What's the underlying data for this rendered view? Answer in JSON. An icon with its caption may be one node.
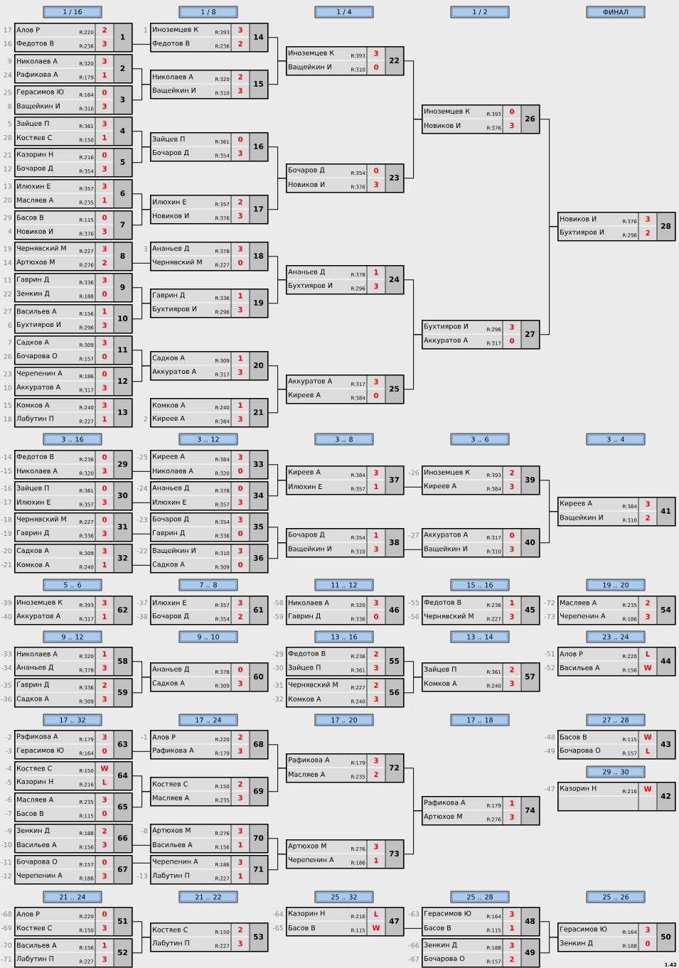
{
  "diagram": {
    "nodes": [
      {
        "text": [
          "1 / 16"
        ]
      },
      {
        "text": [
          "1 / 8"
        ]
      },
      {
        "text": [
          "1 / 4"
        ]
      },
      {
        "text": [
          "1 / 2"
        ]
      },
      {
        "text": [
          "ФИНАЛ"
        ]
      },
      {
        "text": [
          "Алов Р",
          "R:220",
          "2",
          "Федотов В",
          "R:236",
          "3",
          "1"
        ],
        "beside": [
          "17",
          "16"
        ]
      },
      {
        "text": [
          "Николаев А",
          "R:320",
          "3",
          "Рафикова А",
          "R:179",
          "1",
          "2"
        ],
        "beside": [
          "9",
          "24"
        ]
      },
      {
        "text": [
          "Герасимов Ю",
          "R:164",
          "0",
          "Ващейкин И",
          "R:310",
          "3",
          "3"
        ],
        "beside": [
          "25",
          "8"
        ]
      },
      {
        "text": [
          "Зайцев П",
          "R:361",
          "3",
          "Костяев С",
          "R:150",
          "1",
          "4"
        ],
        "beside": [
          "5",
          "28"
        ]
      },
      {
        "text": [
          "Казорин Н",
          "R:216",
          "0",
          "Бочаров Д",
          "R:354",
          "3",
          "5"
        ],
        "beside": [
          "21",
          "12"
        ]
      },
      {
        "text": [
          "Илюхин Е",
          "R:357",
          "3",
          "Масляев А",
          "R:235",
          "1",
          "6"
        ],
        "beside": [
          "13",
          "20"
        ]
      },
      {
        "text": [
          "Басов В",
          "R:115",
          "0",
          "Новиков И",
          "R:376",
          "3",
          "7"
        ],
        "beside": [
          "29",
          "4"
        ]
      },
      {
        "text": [
          "Чернявский М",
          "R:227",
          "3",
          "Артюхов М",
          "R:276",
          "2",
          "8"
        ],
        "beside": [
          "19",
          "14"
        ]
      },
      {
        "text": [
          "Гаврин Д",
          "R:336",
          "3",
          "Зенкин Д",
          "R:188",
          "0",
          "9"
        ],
        "beside": [
          "11",
          "22"
        ]
      },
      {
        "text": [
          "Васильев А",
          "R:156",
          "1",
          "Бухтияров И",
          "R:296",
          "3",
          "10"
        ],
        "beside": [
          "27",
          "6"
        ]
      },
      {
        "text": [
          "Садков А",
          "R:309",
          "3",
          "Бочарова О",
          "R:157",
          "0",
          "11"
        ],
        "beside": [
          "7",
          "26"
        ]
      },
      {
        "text": [
          "Черепенин А",
          "R:186",
          "0",
          "Аккуратов А",
          "R:317",
          "3",
          "12"
        ],
        "beside": [
          "23",
          "10"
        ]
      },
      {
        "text": [
          "Комков А",
          "R:240",
          "3",
          "Лабутин П",
          "R:227",
          "1",
          "13"
        ],
        "beside": [
          "15",
          "18"
        ]
      },
      {
        "text": [
          "Иноземцев К",
          "R:393",
          "3",
          "Федотов В",
          "R:236",
          "2",
          "14"
        ],
        "beside": [
          "1"
        ]
      },
      {
        "text": [
          "Николаев А",
          "R:320",
          "2",
          "Ващейкин И",
          "R:310",
          "3",
          "15"
        ]
      },
      {
        "text": [
          "Зайцев П",
          "R:361",
          "0",
          "Бочаров Д",
          "R:354",
          "3",
          "16"
        ]
      },
      {
        "text": [
          "Илюхин Е",
          "R:357",
          "2",
          "Новиков И",
          "R:376",
          "3",
          "17"
        ]
      },
      {
        "text": [
          "Ананьев Д",
          "R:378",
          "3",
          "Чернявский М",
          "R:227",
          "0",
          "18"
        ],
        "beside": [
          "3"
        ]
      },
      {
        "text": [
          "Гаврин Д",
          "R:336",
          "1",
          "Бухтияров И",
          "R:296",
          "3",
          "19"
        ]
      },
      {
        "text": [
          "Садков А",
          "R:309",
          "1",
          "Аккуратов А",
          "R:317",
          "3",
          "20"
        ]
      },
      {
        "text": [
          "Комков А",
          "R:240",
          "1",
          "Киреев А",
          "R:384",
          "3",
          "21"
        ],
        "beside": [
          "2"
        ]
      },
      {
        "text": [
          "Иноземцев К",
          "R:393",
          "3",
          "Ващейкин И",
          "R:310",
          "0",
          "22"
        ]
      },
      {
        "text": [
          "Бочаров Д",
          "R:354",
          "0",
          "Новиков И",
          "R:376",
          "3",
          "23"
        ]
      },
      {
        "text": [
          "Ананьев Д",
          "R:378",
          "1",
          "Бухтияров И",
          "R:296",
          "3",
          "24"
        ]
      },
      {
        "text": [
          "Аккуратов А",
          "R:317",
          "3",
          "Киреев А",
          "R:384",
          "0",
          "25"
        ]
      },
      {
        "text": [
          "Иноземцев К",
          "R:393",
          "0",
          "Новиков И",
          "R:376",
          "3",
          "26"
        ]
      },
      {
        "text": [
          "Бухтияров И",
          "R:296",
          "3",
          "Аккуратов А",
          "R:317",
          "0",
          "27"
        ]
      },
      {
        "text": [
          "Новиков И",
          "R:376",
          "3",
          "Бухтияров И",
          "R:296",
          "2",
          "28"
        ]
      },
      {
        "text": [
          "3 .. 16"
        ]
      },
      {
        "text": [
          "3 .. 12"
        ]
      },
      {
        "text": [
          "3 .. 8"
        ]
      },
      {
        "text": [
          "3 .. 6"
        ]
      },
      {
        "text": [
          "3 .. 4"
        ]
      },
      {
        "text": [
          "Федотов В",
          "R:236",
          "0",
          "Николаев А",
          "R:320",
          "3",
          "29"
        ],
        "beside": [
          "-14",
          "-15"
        ]
      },
      {
        "text": [
          "Зайцев П",
          "R:361",
          "0",
          "Илюхин Е",
          "R:357",
          "3",
          "30"
        ],
        "beside": [
          "-16",
          "-17"
        ]
      },
      {
        "text": [
          "Чернявский М",
          "R:227",
          "0",
          "Гаврин Д",
          "R:336",
          "3",
          "31"
        ],
        "beside": [
          "-18",
          "-19"
        ]
      },
      {
        "text": [
          "Садков А",
          "R:309",
          "3",
          "Комков А",
          "R:240",
          "1",
          "32"
        ],
        "beside": [
          "-20",
          "-21"
        ]
      },
      {
        "text": [
          "Киреев А",
          "R:384",
          "3",
          "Николаев А",
          "R:320",
          "0",
          "33"
        ],
        "beside": [
          "-25"
        ]
      },
      {
        "text": [
          "Ананьев Д",
          "R:378",
          "0",
          "Илюхин Е",
          "R:357",
          "3",
          "34"
        ],
        "beside": [
          "-24"
        ]
      },
      {
        "text": [
          "Бочаров Д",
          "R:354",
          "3",
          "Гаврин Д",
          "R:336",
          "0",
          "35"
        ],
        "beside": [
          "-23"
        ]
      },
      {
        "text": [
          "Ващейкин И",
          "R:310",
          "3",
          "Садков А",
          "R:309",
          "0",
          "36"
        ],
        "beside": [
          "-22"
        ]
      },
      {
        "text": [
          "Киреев А",
          "R:384",
          "3",
          "Илюхин Е",
          "R:357",
          "1",
          "37"
        ]
      },
      {
        "text": [
          "Бочаров Д",
          "R:354",
          "1",
          "Ващейкин И",
          "R:310",
          "3",
          "38"
        ]
      },
      {
        "text": [
          "Иноземцев К",
          "R:393",
          "2",
          "Киреев А",
          "R:384",
          "3",
          "39"
        ],
        "beside": [
          "-26"
        ]
      },
      {
        "text": [
          "Аккуратов А",
          "R:317",
          "0",
          "Ващейкин И",
          "R:310",
          "3",
          "40"
        ],
        "beside": [
          "-27"
        ]
      },
      {
        "text": [
          "Киреев А",
          "R:384",
          "3",
          "Ващейкин И",
          "R:310",
          "2",
          "41"
        ]
      },
      {
        "text": [
          "5 .. 6"
        ]
      },
      {
        "text": [
          "7 .. 8"
        ]
      },
      {
        "text": [
          "11 .. 12"
        ]
      },
      {
        "text": [
          "15 .. 16"
        ]
      },
      {
        "text": [
          "19 .. 20"
        ]
      },
      {
        "text": [
          "Иноземцев К",
          "R:393",
          "3",
          "Аккуратов А",
          "R:317",
          "1",
          "62"
        ],
        "beside": [
          "-39",
          "-40"
        ]
      },
      {
        "text": [
          "Илюхин Е",
          "R:357",
          "3",
          "Бочаров Д",
          "R:354",
          "2",
          "61"
        ],
        "beside": [
          "-37",
          "-38"
        ]
      },
      {
        "text": [
          "Николаев А",
          "R:320",
          "3",
          "Гаврин Д",
          "R:336",
          "0",
          "46"
        ],
        "beside": [
          "-58",
          "-59"
        ]
      },
      {
        "text": [
          "Федотов В",
          "R:236",
          "1",
          "Чернявский М",
          "R:227",
          "3",
          "45"
        ],
        "beside": [
          "-55",
          "-56"
        ]
      },
      {
        "text": [
          "Масляев А",
          "R:235",
          "2",
          "Черепенин А",
          "R:186",
          "3",
          "54"
        ],
        "beside": [
          "-72",
          "-73"
        ]
      },
      {
        "text": [
          "9 .. 12"
        ]
      },
      {
        "text": [
          "9 .. 10"
        ]
      },
      {
        "text": [
          "13 .. 16"
        ]
      },
      {
        "text": [
          "13 .. 14"
        ]
      },
      {
        "text": [
          "23 .. 24"
        ]
      },
      {
        "text": [
          "Николаев А",
          "R:320",
          "1",
          "Ананьев Д",
          "R:378",
          "3",
          "58"
        ],
        "beside": [
          "-33",
          "-34"
        ]
      },
      {
        "text": [
          "Гаврин Д",
          "R:336",
          "2",
          "Садков А",
          "R:309",
          "3",
          "59"
        ],
        "beside": [
          "-35",
          "-36"
        ]
      },
      {
        "text": [
          "Ананьев Д",
          "R:378",
          "0",
          "Садков А",
          "R:309",
          "3",
          "60"
        ]
      },
      {
        "text": [
          "Федотов В",
          "R:236",
          "2",
          "Зайцев П",
          "R:361",
          "3",
          "55"
        ],
        "beside": [
          "-29",
          "-30"
        ]
      },
      {
        "text": [
          "Чернявский М",
          "R:227",
          "2",
          "Комков А",
          "R:240",
          "3",
          "56"
        ],
        "beside": [
          "-31",
          "-32"
        ]
      },
      {
        "text": [
          "Зайцев П",
          "R:361",
          "2",
          "Комков А",
          "R:240",
          "3",
          "57"
        ]
      },
      {
        "text": [
          "Алов Р",
          "R:220",
          "L",
          "Васильев А",
          "R:156",
          "W",
          "44"
        ],
        "beside": [
          "-51",
          "-52"
        ]
      },
      {
        "text": [
          "17 .. 32"
        ]
      },
      {
        "text": [
          "17 .. 24"
        ]
      },
      {
        "text": [
          "17 .. 20"
        ]
      },
      {
        "text": [
          "17 .. 18"
        ]
      },
      {
        "text": [
          "27 .. 28"
        ]
      },
      {
        "text": [
          "Рафикова А",
          "R:179",
          "3",
          "Герасимов Ю",
          "R:164",
          "0",
          "63"
        ],
        "beside": [
          "-2",
          "-3"
        ]
      },
      {
        "text": [
          "Костяев С",
          "R:150",
          "W",
          "Казорин Н",
          "R:216",
          "L",
          "64"
        ],
        "beside": [
          "-4",
          "-5"
        ]
      },
      {
        "text": [
          "Масляев А",
          "R:235",
          "3",
          "Басов В",
          "R:115",
          "0",
          "65"
        ],
        "beside": [
          "-6",
          "-7"
        ]
      },
      {
        "text": [
          "Зенкин Д",
          "R:188",
          "2",
          "Васильев А",
          "R:156",
          "3",
          "66"
        ],
        "beside": [
          "-9",
          "-10"
        ]
      },
      {
        "text": [
          "Бочарова О",
          "R:157",
          "0",
          "Черепенин А",
          "R:186",
          "3",
          "67"
        ],
        "beside": [
          "-11",
          "-12"
        ]
      },
      {
        "text": [
          "Алов Р",
          "R:220",
          "2",
          "Рафикова А",
          "R:179",
          "3",
          "68"
        ],
        "beside": [
          "-1"
        ]
      },
      {
        "text": [
          "Костяев С",
          "R:150",
          "2",
          "Масляев А",
          "R:235",
          "3",
          "69"
        ]
      },
      {
        "text": [
          "Артюхов М",
          "R:276",
          "3",
          "Васильев А",
          "R:156",
          "1",
          "70"
        ],
        "beside": [
          "-8"
        ]
      },
      {
        "text": [
          "Черепенин А",
          "R:186",
          "3",
          "Лабутин П",
          "R:227",
          "1",
          "71"
        ],
        "beside": [
          "-13"
        ]
      },
      {
        "text": [
          "Рафикова А",
          "R:179",
          "3",
          "Масляев А",
          "R:235",
          "2",
          "72"
        ]
      },
      {
        "text": [
          "Артюхов М",
          "R:276",
          "3",
          "Черепенин А",
          "R:186",
          "1",
          "73"
        ]
      },
      {
        "text": [
          "Рафикова А",
          "R:179",
          "1",
          "Артюхов М",
          "R:276",
          "3",
          "74"
        ]
      },
      {
        "text": [
          "Басов В",
          "R:115",
          "W",
          "Бочарова О",
          "R:157",
          "L",
          "43"
        ],
        "beside": [
          "-48",
          "-49"
        ]
      },
      {
        "text": [
          "29 .. 30"
        ]
      },
      {
        "text": [
          "Казорин Н",
          "R:216",
          "W",
          "42"
        ],
        "beside": [
          "-47"
        ]
      },
      {
        "text": [
          "21 .. 24"
        ]
      },
      {
        "text": [
          "21 .. 22"
        ]
      },
      {
        "text": [
          "25 .. 32"
        ]
      },
      {
        "text": [
          "25 .. 28"
        ]
      },
      {
        "text": [
          "25 .. 26"
        ]
      },
      {
        "text": [
          "Алов Р",
          "R:220",
          "0",
          "Костяев С",
          "R:150",
          "3",
          "51"
        ],
        "beside": [
          "-68",
          "-69"
        ]
      },
      {
        "text": [
          "Васильев А",
          "R:156",
          "1",
          "Лабутин П",
          "R:227",
          "3",
          "52"
        ],
        "beside": [
          "-70",
          "-71"
        ]
      },
      {
        "text": [
          "Костяев С",
          "R:150",
          "2",
          "Лабутин П",
          "R:227",
          "3",
          "53"
        ]
      },
      {
        "text": [
          "Казорин Н",
          "R:216",
          "L",
          "Басов В",
          "R:115",
          "W",
          "47"
        ],
        "beside": [
          "-64",
          "-65"
        ]
      },
      {
        "text": [
          "Герасимов Ю",
          "R:164",
          "3",
          "Басов В",
          "R:115",
          "1",
          "48"
        ],
        "beside": [
          "-63"
        ]
      },
      {
        "text": [
          "Зенкин Д",
          "R:188",
          "3",
          "Бочарова О",
          "R:157",
          "2",
          "49"
        ],
        "beside": [
          "-66",
          "-67"
        ]
      },
      {
        "text": [
          "Герасимов Ю",
          "R:164",
          "3",
          "Зенкин Д",
          "R:188",
          "0",
          "50"
        ]
      }
    ],
    "edges": [
      {
        "from": 5,
        "to": 18,
        "arrow": "none"
      },
      {
        "from": 6,
        "to": 19,
        "arrow": "none"
      },
      {
        "from": 7,
        "to": 19,
        "arrow": "none"
      },
      {
        "from": 8,
        "to": 20,
        "arrow": "none"
      },
      {
        "from": 9,
        "to": 20,
        "arrow": "none"
      },
      {
        "from": 10,
        "to": 21,
        "arrow": "none"
      },
      {
        "from": 11,
        "to": 21,
        "arrow": "none"
      },
      {
        "from": 12,
        "to": 22,
        "arrow": "none"
      },
      {
        "from": 13,
        "to": 23,
        "arrow": "none"
      },
      {
        "from": 14,
        "to": 23,
        "arrow": "none"
      },
      {
        "from": 15,
        "to": 24,
        "arrow": "none"
      },
      {
        "from": 16,
        "to": 24,
        "arrow": "none"
      },
      {
        "from": 18,
        "to": 26,
        "arrow": "none"
      },
      {
        "from": 19,
        "to": 26,
        "arrow": "none"
      },
      {
        "from": 20,
        "to": 27,
        "arrow": "none"
      },
      {
        "from": 21,
        "to": 27,
        "arrow": "none"
      },
      {
        "from": 22,
        "to": 28,
        "arrow": "none"
      },
      {
        "from": 23,
        "to": 28,
        "arrow": "none"
      },
      {
        "from": 24,
        "to": 29,
        "arrow": "none"
      },
      {
        "from": 25,
        "to": 29,
        "arrow": "none"
      },
      {
        "from": 26,
        "to": 30,
        "arrow": "none"
      },
      {
        "from": 27,
        "to": 30,
        "arrow": "none"
      },
      {
        "from": 28,
        "to": 31,
        "arrow": "none"
      },
      {
        "from": 29,
        "to": 31,
        "arrow": "none"
      },
      {
        "from": 30,
        "to": 32,
        "arrow": "none"
      },
      {
        "from": 31,
        "to": 32,
        "arrow": "none"
      },
      {
        "from": 38,
        "to": 42,
        "arrow": "none"
      },
      {
        "from": 39,
        "to": 43,
        "arrow": "none"
      },
      {
        "from": 40,
        "to": 44,
        "arrow": "none"
      },
      {
        "from": 41,
        "to": 45,
        "arrow": "none"
      },
      {
        "from": 42,
        "to": 46,
        "arrow": "none"
      },
      {
        "from": 43,
        "to": 46,
        "arrow": "none"
      },
      {
        "from": 44,
        "to": 47,
        "arrow": "none"
      },
      {
        "from": 45,
        "to": 47,
        "arrow": "none"
      },
      {
        "from": 46,
        "to": 48,
        "arrow": "none"
      },
      {
        "from": 47,
        "to": 49,
        "arrow": "none"
      },
      {
        "from": 48,
        "to": 50,
        "arrow": "none"
      },
      {
        "from": 49,
        "to": 50,
        "arrow": "none"
      },
      {
        "from": 66,
        "to": 68,
        "arrow": "none"
      },
      {
        "from": 67,
        "to": 68,
        "arrow": "none"
      },
      {
        "from": 69,
        "to": 71,
        "arrow": "none"
      },
      {
        "from": 70,
        "to": 71,
        "arrow": "none"
      },
      {
        "from": 78,
        "to": 83,
        "arrow": "none"
      },
      {
        "from": 79,
        "to": 84,
        "arrow": "none"
      },
      {
        "from": 80,
        "to": 84,
        "arrow": "none"
      },
      {
        "from": 81,
        "to": 85,
        "arrow": "none"
      },
      {
        "from": 82,
        "to": 86,
        "arrow": "none"
      },
      {
        "from": 83,
        "to": 87,
        "arrow": "none"
      },
      {
        "from": 84,
        "to": 87,
        "arrow": "none"
      },
      {
        "from": 85,
        "to": 88,
        "arrow": "none"
      },
      {
        "from": 86,
        "to": 88,
        "arrow": "none"
      },
      {
        "from": 87,
        "to": 89,
        "arrow": "none"
      },
      {
        "from": 88,
        "to": 89,
        "arrow": "none"
      },
      {
        "from": 98,
        "to": 100,
        "arrow": "none"
      },
      {
        "from": 99,
        "to": 100,
        "arrow": "none"
      },
      {
        "from": 101,
        "to": 102,
        "arrow": "none"
      },
      {
        "from": 102,
        "to": 104,
        "arrow": "none"
      },
      {
        "from": 103,
        "to": 104,
        "arrow": "none"
      }
    ],
    "labels": [
      "1.42"
    ]
  }
}
